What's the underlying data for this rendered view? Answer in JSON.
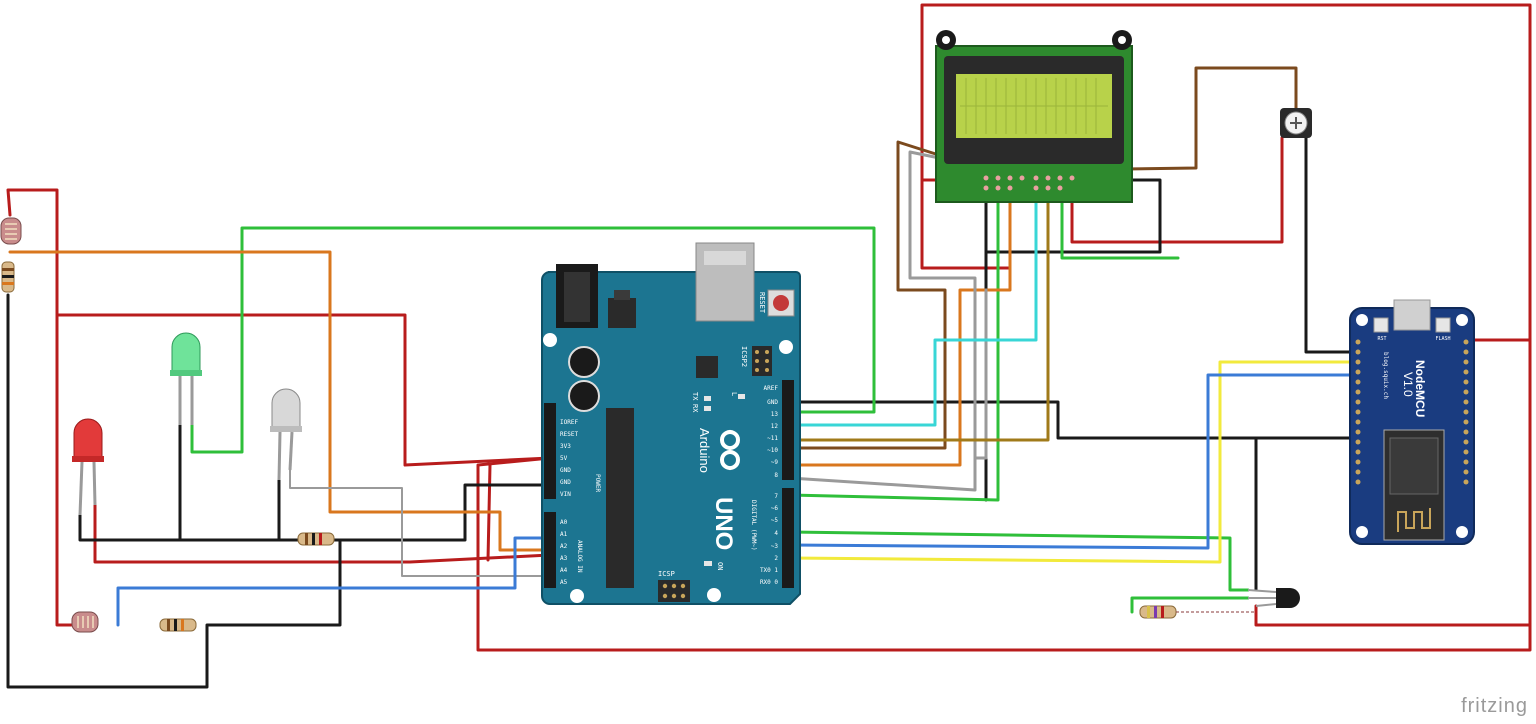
{
  "watermark": "fritzing",
  "arduino": {
    "logo": "Arduino",
    "model": "UNO",
    "reset": "RESET",
    "icsp2": "ICSP2",
    "icsp": "ICSP",
    "tx": "TX",
    "rx": "RX",
    "l": "L",
    "on": "ON",
    "power_label": "POWER",
    "analog_label": "ANALOG IN",
    "digital_label": "DIGITAL (PWM~)",
    "power_pins": [
      "IOREF",
      "RESET",
      "3V3",
      "5V",
      "GND",
      "GND",
      "VIN"
    ],
    "analog_pins": [
      "A0",
      "A1",
      "A2",
      "A3",
      "A4",
      "A5"
    ],
    "digital_pins_top": [
      "AREF",
      "GND",
      "13",
      "12",
      "~11",
      "~10",
      "~9",
      "8"
    ],
    "digital_pins_bottom": [
      "7",
      "~6",
      "~5",
      "4",
      "~3",
      "2",
      "TX0 1",
      "RX0 0"
    ]
  },
  "nodemcu": {
    "title": "NodeMCU",
    "version": "V1.0",
    "site": "blog.squix.ch",
    "rst": "RST",
    "flash": "FLASH"
  },
  "colors": {
    "red": "#b81c1c",
    "black": "#1a1a1a",
    "green": "#2fbf3a",
    "orange": "#d9771e",
    "brown": "#7b4a1e",
    "gray": "#9a9a9a",
    "cyan": "#38d6d6",
    "yellow": "#f2ea3c",
    "blue": "#3b7bd6",
    "olive": "#a07a1a",
    "board": "#1c7591",
    "lcd_screen": "#b8d24a",
    "nodemcu_board": "#1a3c80"
  }
}
